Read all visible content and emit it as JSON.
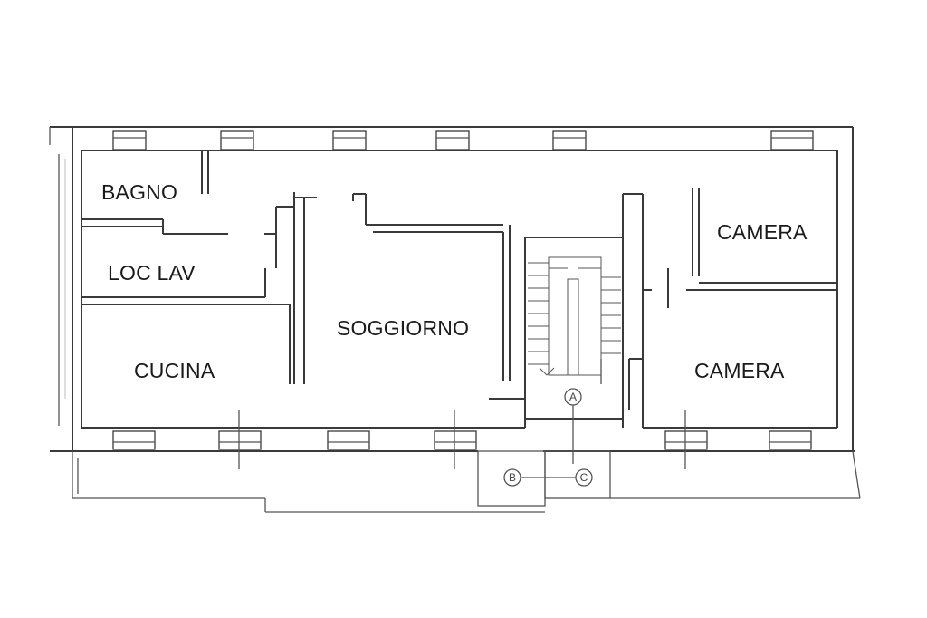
{
  "rooms": {
    "bagno": "BAGNO",
    "loc_lav": "LOC LAV",
    "cucina": "CUCINA",
    "soggiorno": "SOGGIORNO",
    "camera_top": "CAMERA",
    "camera_bottom": "CAMERA"
  },
  "markers": {
    "a": "A",
    "b": "B",
    "c": "C"
  },
  "colors": {
    "wall": "#3a3a3a",
    "background": "#ffffff"
  }
}
